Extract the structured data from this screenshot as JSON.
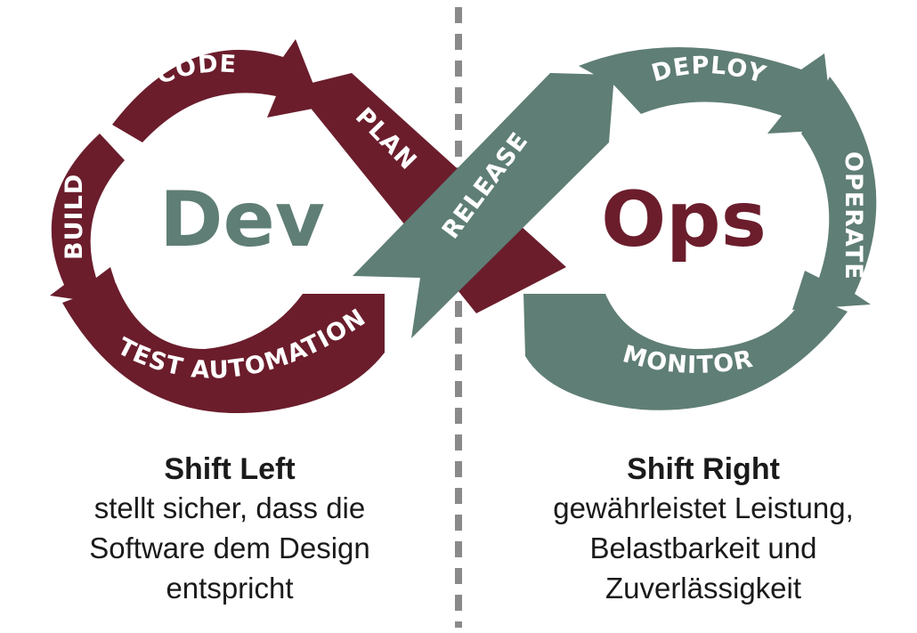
{
  "colors": {
    "dev": "#6b1d2c",
    "ops": "#5f7e75",
    "divider": "#8a8a8a",
    "background": "#ffffff",
    "caption_text": "#1a1a1a"
  },
  "diagram": {
    "dev_label": "Dev",
    "ops_label": "Ops",
    "dev_stages": {
      "code": "CODE",
      "plan": "PLAN",
      "build": "BUILD",
      "test_automation": "TEST AUTOMATION"
    },
    "ops_stages": {
      "release": "RELEASE",
      "deploy": "DEPLOY",
      "operate": "OPERATE",
      "monitor": "MONITOR"
    }
  },
  "captions": {
    "left": {
      "title": "Shift Left",
      "lines": [
        "stellt sicher, dass die",
        "Software dem Design",
        "entspricht"
      ]
    },
    "right": {
      "title": "Shift Right",
      "lines": [
        "gewährleistet Leistung,",
        "Belastbarkeit und",
        "Zuverlässigkeit"
      ]
    }
  }
}
